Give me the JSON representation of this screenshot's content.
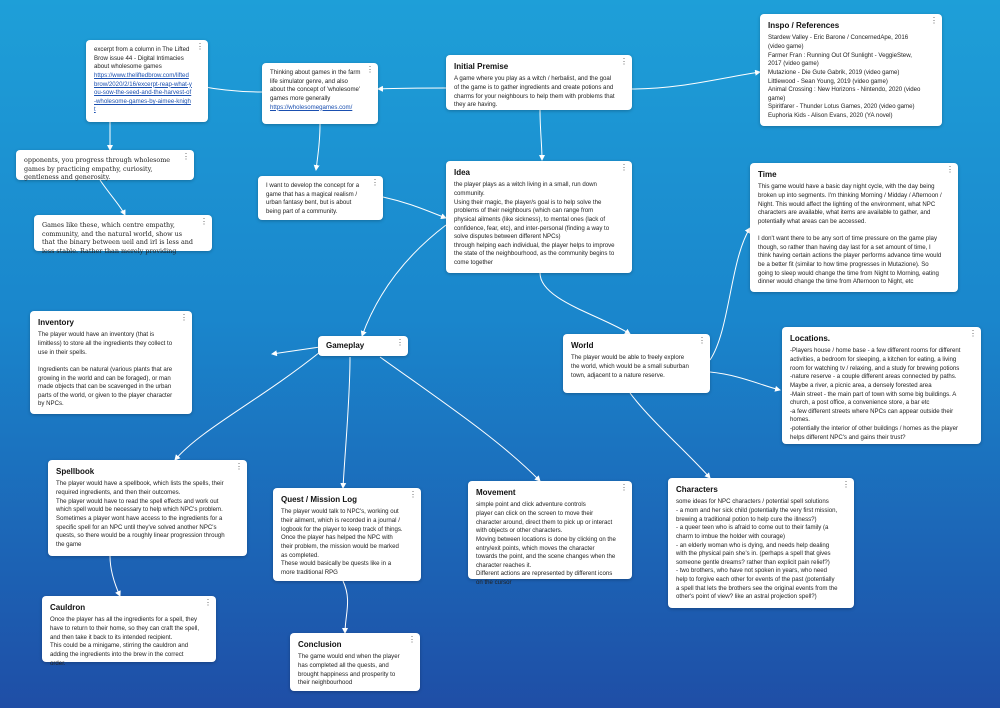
{
  "menu_glyph": "⋮",
  "cards": {
    "initial_premise": {
      "title": "Initial Premise",
      "body": "A game where you play as a witch / herbalist, and the goal of the game is to gather ingredients and create potions and charms for your neighbours to help them with problems that they are having."
    },
    "thinking": {
      "body": "Thinking about games in the farm life simulator genre, and also about the concept of 'wholesome' games more generally",
      "link": "https://wholesomegames.com/"
    },
    "excerpt": {
      "body": "excerpt from a column in The Lifted Brow issue 44 - Digital Intimacies about wholesome games",
      "link": "https://www.theliftedbrow.com/liftedbrow/2020/2/16/excerpt-reap-what-you-sow-the-seed-and-the-harvest-of-wholesome-games-by-aimee-knight"
    },
    "quote1": {
      "body": "opponents, you progress through wholesome games by practicing empathy, curiosity, gentleness and generosity."
    },
    "quote2": {
      "body": "Games like these, which centre empathy, community, and the natural world, show us that the binary between ueil and irl is less and less stable. Rather than merely providing"
    },
    "inspo": {
      "title": "Inspo / References",
      "body": "Stardew Valley - Eric Barone / ConcernedApe, 2016 (video game)\nFarmer Fran : Running Out Of Sunlight - VeggieStew, 2017 (video game)\nMutazione - Die Gute Gabrik, 2019 (video game)\nLittlewood - Sean Young, 2019 (video game)\nAnimal Crossing : New Horizons - Nintendo, 2020 (video game)\nSpiritfarer - Thunder Lotus Games, 2020 (video game)\nEuphoria Kids - Alison Evans, 2020 (YA novel)"
    },
    "develop": {
      "body": "I want to develop the concept for a game that has a magical realism / urban fantasy bent, but is about being part of a community."
    },
    "idea": {
      "title": "Idea",
      "body": "the player plays as a witch living in a small, run down community.\nUsing their magic, the player/s goal is to help solve the problems of their neighbours (which can range from physical ailments (like sickness), to mental ones (lack of confidence, fear, etc), and inter-personal (finding a way to solve disputes between different NPCs)\nthrough helping each individual, the player helps to improve the state of the neighbourhood, as the community begins to come together"
    },
    "time": {
      "title": "Time",
      "body": "This game would have a basic day night cycle, with the day being broken up into segments. I'm thinking Morning / Midday / Afternoon / Night. This would affect the lighting of the environment, what NPC characters are available, what items are available to gather, and potentially what areas can be accessed.\n\nI don't want there to be any sort of time pressure on the game play though, so rather than having day last for a set amount of time, I think having certain actions the player performs advance time would be a better fit (similar to how time progresses in Mutazione). So going to sleep would change the time from Night to Morning, eating dinner would change the time from Afternoon to Night, etc"
    },
    "inventory": {
      "title": "Inventory",
      "body": "The player would have an inventory (that is limitless) to store all the ingredients they collect to use in their spells.\n\nIngredients can be natural (various plants that are growing in the world and can be foraged), or man made objects that can be scavenged in the urban parts of the world, or given to the player character by NPCs."
    },
    "gameplay": {
      "title": "Gameplay"
    },
    "world": {
      "title": "World",
      "body": "The player would be able to freely explore the world, which would be a small suburban town, adjacent to a nature reserve."
    },
    "locations": {
      "title": "Locations.",
      "body": "-Players house / home base - a few different rooms for different activities, a bedroom for sleeping, a kitchen for eating, a living room for watching tv / relaxing, and a study for brewing potions\n-nature reserve - a couple different areas connected by paths. Maybe a river, a picnic area, a densely forested area\n-Main street - the main part of town with some big buildings. A church, a post office, a convenience store, a bar etc\n-a few different streets where NPCs can appear outside their homes.\n-potentially the interior of other buildings / homes as the player helps different NPC's and gains their trust?"
    },
    "spellbook": {
      "title": "Spellbook",
      "body": "The player would have a spellbook, which lists the spells, their required ingredients, and then their outcomes.\nThe player would have to read the spell effects and work out which spell would be necessary to help which NPC's problem. Sometimes a player wont have access to the ingredients for a specific spell for an NPC until they've solved another NPC's quests, so there would be a roughly linear progression through the game"
    },
    "quest": {
      "title": "Quest / Mission Log",
      "body": "The player would talk to NPC's, working out their ailment, which is recorded in a journal / logbook for the player to keep track of things. Once the player has helped the NPC with their problem, the mission would be marked as completed.\nThese would basically be quests like in a more traditional RPG"
    },
    "movement": {
      "title": "Movement",
      "body": "simple point and click adventure controls\nplayer can click on the screen to move their character around, direct them to pick up or interact with objects or other characters.\nMoving between locations is done by clicking on the entry/exit points, which moves the character towards the point, and the scene changes when the character reaches it.\nDifferent actions are represented by different icons on the cursor"
    },
    "characters": {
      "title": "Characters",
      "body": "some ideas for NPC characters / potential spell solutions\n- a mom and her sick child (potentially the very first mission, brewing a traditional potion to help cure the illness?)\n- a queer teen who is afraid to come out to their family (a charm to imbue the holder with courage)\n- an elderly woman who is dying, and needs help dealing with the physical pain she's in. (perhaps a spell that gives someone gentle dreams? rather than explicit pain relief?)\n- two brothers, who have not spoken in years, who need help to forgive each other for events of the past (potentially a spell that lets the brothers see the original events from the other's point of view? like an astral projection spell?)"
    },
    "cauldron": {
      "title": "Cauldron",
      "body": "Once the player has all the ingredients for a spell, they have to return to their home, so they can craft the spell, and then take it back to its intended recipient.\nThis could be a minigame, stirring the cauldron and adding the ingredients into the brew in the correct order."
    },
    "conclusion": {
      "title": "Conclusion",
      "body": "The game would end when the player has completed all the quests, and brought happiness and prosperity to their neighbourhood"
    }
  }
}
